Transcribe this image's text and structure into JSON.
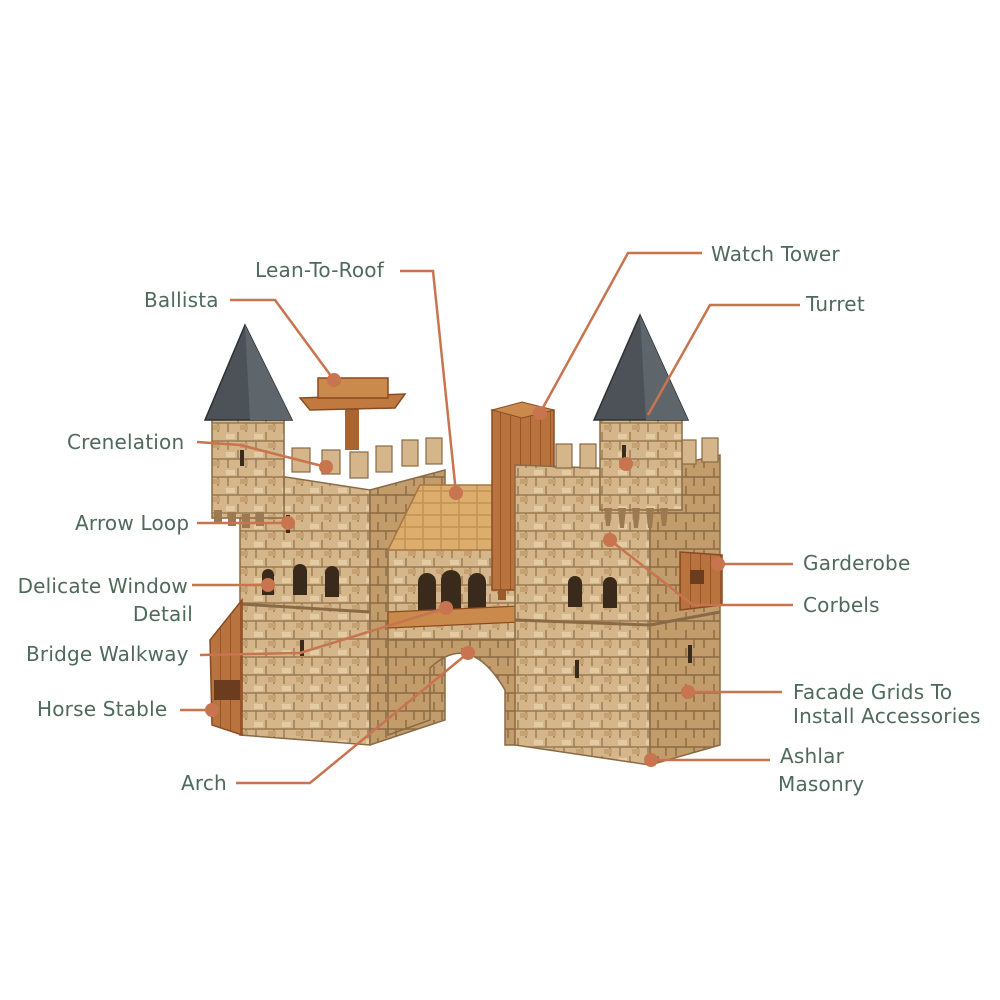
{
  "colors": {
    "label_text": "#4f6a5a",
    "leader_line": "#c8744f",
    "stone_light": "#dcc198",
    "stone_mid": "#c9a676",
    "stone_dark": "#8a6a45",
    "wood": "#b9733f",
    "wood_dark": "#8b4a22",
    "roof_slate": "#4c5257",
    "roof_tile": "#d9a866"
  },
  "callouts": {
    "lean_to_roof": "Lean-To-Roof",
    "ballista": "Ballista",
    "watch_tower": "Watch Tower",
    "turret": "Turret",
    "crenelation": "Crenelation",
    "arrow_loop": "Arrow Loop",
    "delicate_window_1": "Delicate Window",
    "delicate_window_2": "Detail",
    "garderobe": "Garderobe",
    "corbels": "Corbels",
    "bridge_walkway": "Bridge Walkway",
    "horse_stable": "Horse Stable",
    "facade_grids_1": "Facade Grids To",
    "facade_grids_2": "Install Accessories",
    "arch": "Arch",
    "ashlar_1": "Ashlar",
    "ashlar_2": "Masonry"
  }
}
